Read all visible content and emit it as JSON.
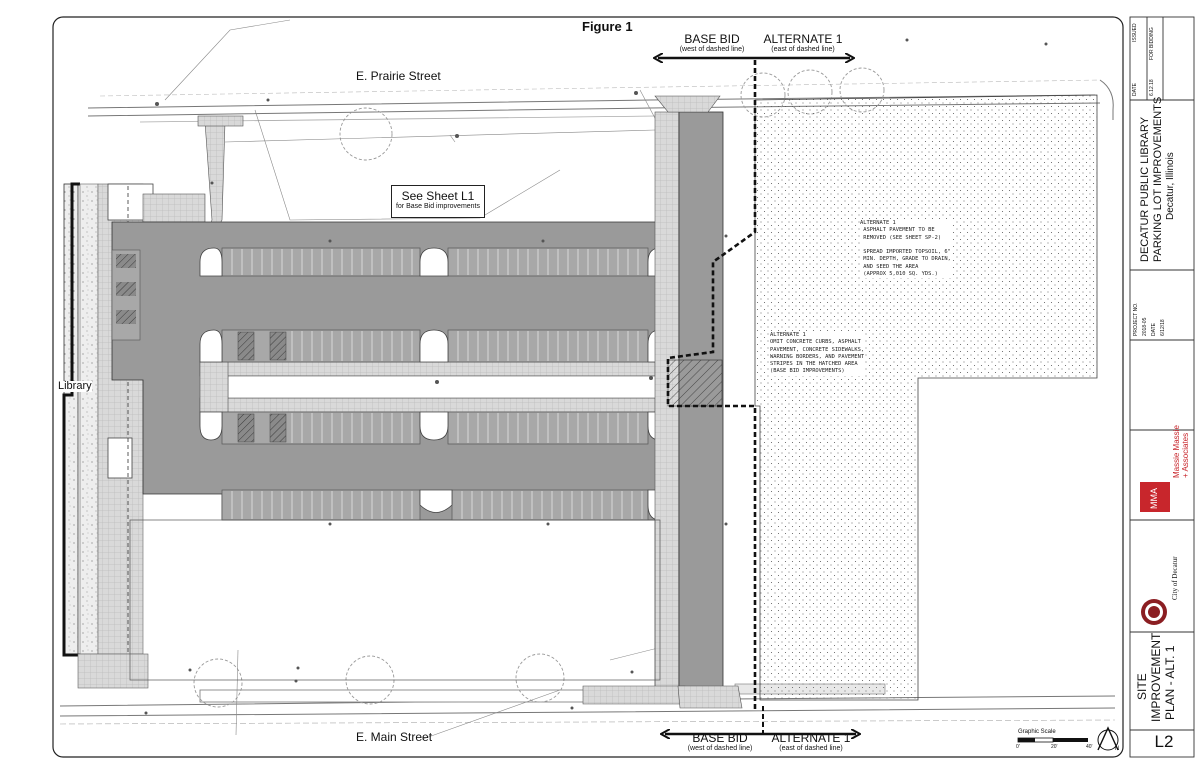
{
  "figure_label": "Figure 1",
  "streets": {
    "north": "E. Prairie Street",
    "south": "E. Main Street"
  },
  "bid_labels": {
    "top_base": "BASE BID",
    "top_base_note": "(west of dashed line)",
    "top_alt": "ALTERNATE 1",
    "top_alt_note": "(east of dashed line)",
    "bottom_base": "BASE BID",
    "bottom_base_note": "(west of dashed line)",
    "bottom_alt": "ALTERNATE 1",
    "bottom_alt_note": "(east of dashed line)"
  },
  "callouts": {
    "see_sheet_title": "See Sheet L1",
    "see_sheet_note": "for Base Bid improvements",
    "library": "Library",
    "alt1_east_note": "ALTERNATE 1\n ASPHALT PAVEMENT TO BE\n REMOVED (SEE SHEET SP-2)\n\n SPREAD IMPORTED TOPSOIL, 6\"\n MIN. DEPTH, GRADE TO DRAIN,\n AND SEED THE AREA\n (APPROX 5,010 SQ. YDS.)",
    "alt1_hatch_note": "ALTERNATE 1\nOMIT CONCRETE CURBS, ASPHALT\nPAVEMENT, CONCRETE SIDEWALKS,\nWARNING BORDERS, AND PAVEMENT\nSTRIPES IN THE HATCHED AREA\n(BASE BID IMPROVEMENTS)"
  },
  "title_block": {
    "project_title_1": "DECATUR PUBLIC LIBRARY",
    "project_title_2": "PARKING LOT IMPROVEMENTS",
    "project_location": "Decatur, Illinois",
    "issue_date_col": "DATE",
    "issue_issued_col": "ISSUED",
    "issue_date": "6.12.18",
    "issue_note": "FOR BIDDING",
    "project_no_label": "PROJECT NO.",
    "project_no": "2018-05",
    "date_label": "DATE",
    "date_value": "6/12/18",
    "firm_name_1": "Massie Massie",
    "firm_name_2": "+ Associates",
    "firm_logo": "MMA",
    "client": "City of Decatur",
    "sheet_title_1": "SITE",
    "sheet_title_2": "IMPROVEMENT",
    "sheet_title_3": "PLAN - ALT. 1",
    "sheet_number": "L2"
  },
  "scale": {
    "label": "Graphic Scale",
    "ticks": [
      "0'",
      "20'",
      "40'"
    ],
    "north": "N"
  },
  "colors": {
    "pavement": "#9a9a9a",
    "sidewalk": "#d9d9d9",
    "line": "#222222",
    "firm_red": "#c8262c",
    "seal_red": "#8b1e22"
  }
}
